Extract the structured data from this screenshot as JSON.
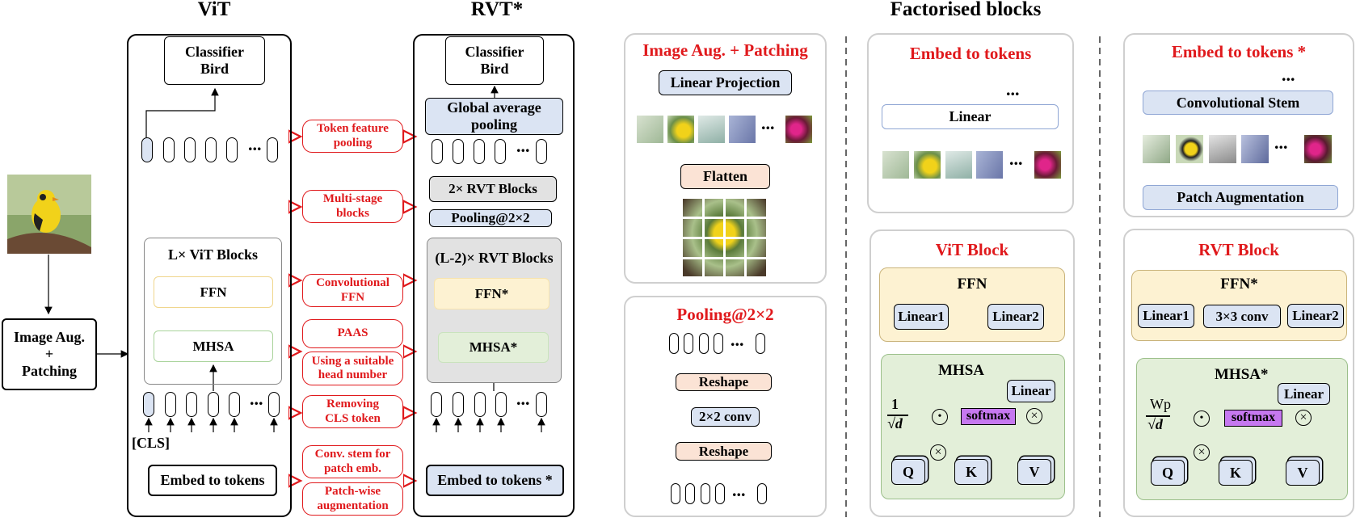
{
  "headers": {
    "vit": "ViT",
    "rvt": "RVT*",
    "factorised": "Factorised blocks"
  },
  "input": {
    "box": "Image Aug.\n+\nPatching"
  },
  "vit": {
    "classifier": "Classifier\nBird",
    "blocks_title": "L× ViT Blocks",
    "ffn": "FFN",
    "mhsa": "MHSA",
    "cls": "[CLS]",
    "embed": "Embed to tokens",
    "dots": "..."
  },
  "rvt": {
    "classifier": "Classifier\nBird",
    "gap": "Global average\npooling",
    "rvt2": "2× RVT Blocks",
    "pool": "Pooling@2×2",
    "blocks_title": "(L-2)× RVT Blocks",
    "ffn": "FFN*",
    "mhsa": "MHSA*",
    "embed": "Embed to tokens *",
    "dots": "..."
  },
  "mods": {
    "token_pool": "Token feature\npooling",
    "multistage": "Multi-stage\nblocks",
    "conv_ffn": "Convolutional\nFFN",
    "paas": "PAAS",
    "head_num": "Using a suitable\nhead number",
    "remove_cls": "Removing\nCLS token",
    "conv_stem": "Conv. stem for\npatch emb.",
    "patch_aug": "Patch-wise\naugmentation"
  },
  "panel_aug": {
    "title": "Image Aug. + Patching",
    "linear_proj": "Linear Projection",
    "flatten": "Flatten",
    "dots": "..."
  },
  "panel_pool": {
    "title": "Pooling@2×2",
    "reshape_top": "Reshape",
    "conv": "2×2 conv",
    "reshape_bottom": "Reshape",
    "dots": "..."
  },
  "panel_embed": {
    "title": "Embed to tokens",
    "linear": "Linear",
    "dots": "..."
  },
  "panel_embed_star": {
    "title": "Embed to tokens *",
    "stem": "Convolutional Stem",
    "patch_aug": "Patch Augmentation",
    "dots": "..."
  },
  "panel_vit_block": {
    "title": "ViT Block",
    "ffn": "FFN",
    "linear1": "Linear1",
    "linear2": "Linear2",
    "mhsa": "MHSA",
    "linear": "Linear",
    "scale_num": "1",
    "scale_den": "√d",
    "softmax": "softmax",
    "q": "Q",
    "k": "K",
    "v": "V"
  },
  "panel_rvt_block": {
    "title": "RVT Block",
    "ffn": "FFN*",
    "linear1": "Linear1",
    "conv": "3×3 conv",
    "linear2": "Linear2",
    "mhsa": "MHSA*",
    "linear": "Linear",
    "scale_num": "Wp",
    "scale_den": "√d",
    "softmax": "softmax",
    "q": "Q",
    "k": "K",
    "v": "V"
  },
  "colors": {
    "red": "#e0191c",
    "blue_fill": "#dbe4f3",
    "gray_fill": "#e2e2e2",
    "salmon_fill": "#fbe3d5",
    "yellow_fill": "#fdf2d2",
    "green_fill": "#e3efd9",
    "softmax_fill": "#c678f0"
  },
  "icons": [
    "bird-image",
    "arrow-icon",
    "dashed-divider",
    "patch-thumbnail",
    "odot-icon",
    "otimes-icon"
  ]
}
